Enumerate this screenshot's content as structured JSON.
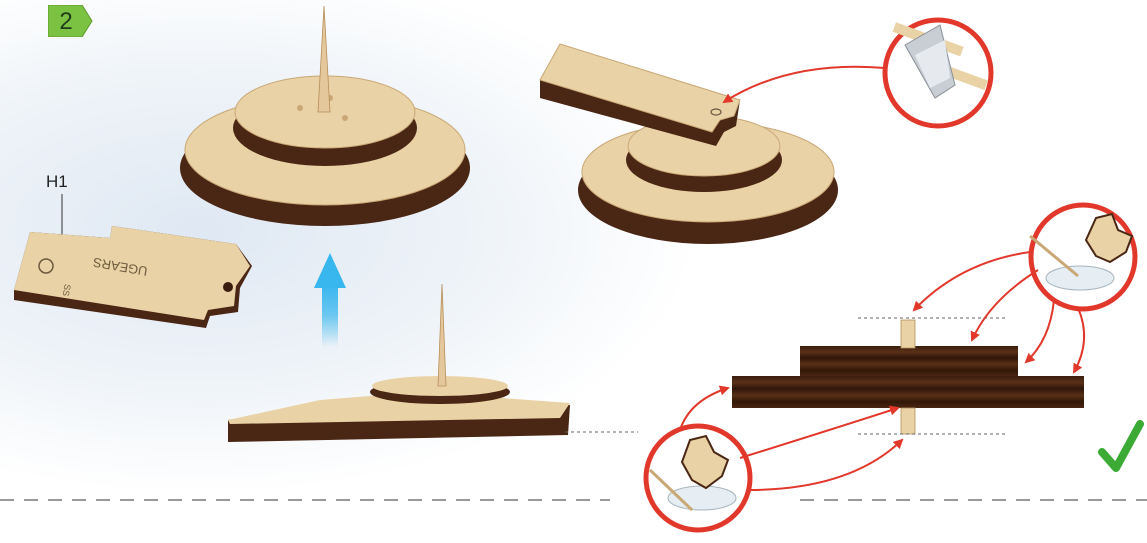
{
  "step": {
    "number": "2"
  },
  "labels": {
    "part_h1": "H1",
    "plate_brand": "UGEARS",
    "plate_code": "SS"
  },
  "icons": {
    "knife": "utility-knife-icon",
    "glue": "glue-icon",
    "check": "checkmark-icon",
    "arrow": "blue-up-arrow-icon"
  },
  "colors": {
    "wood_face": "#e9d2a6",
    "wood_edge": "#4a2614",
    "badge_green": "#7cc242",
    "accent_red": "#e2382c",
    "check_green": "#3bab36",
    "arrow_blue": "#38b6ee"
  }
}
